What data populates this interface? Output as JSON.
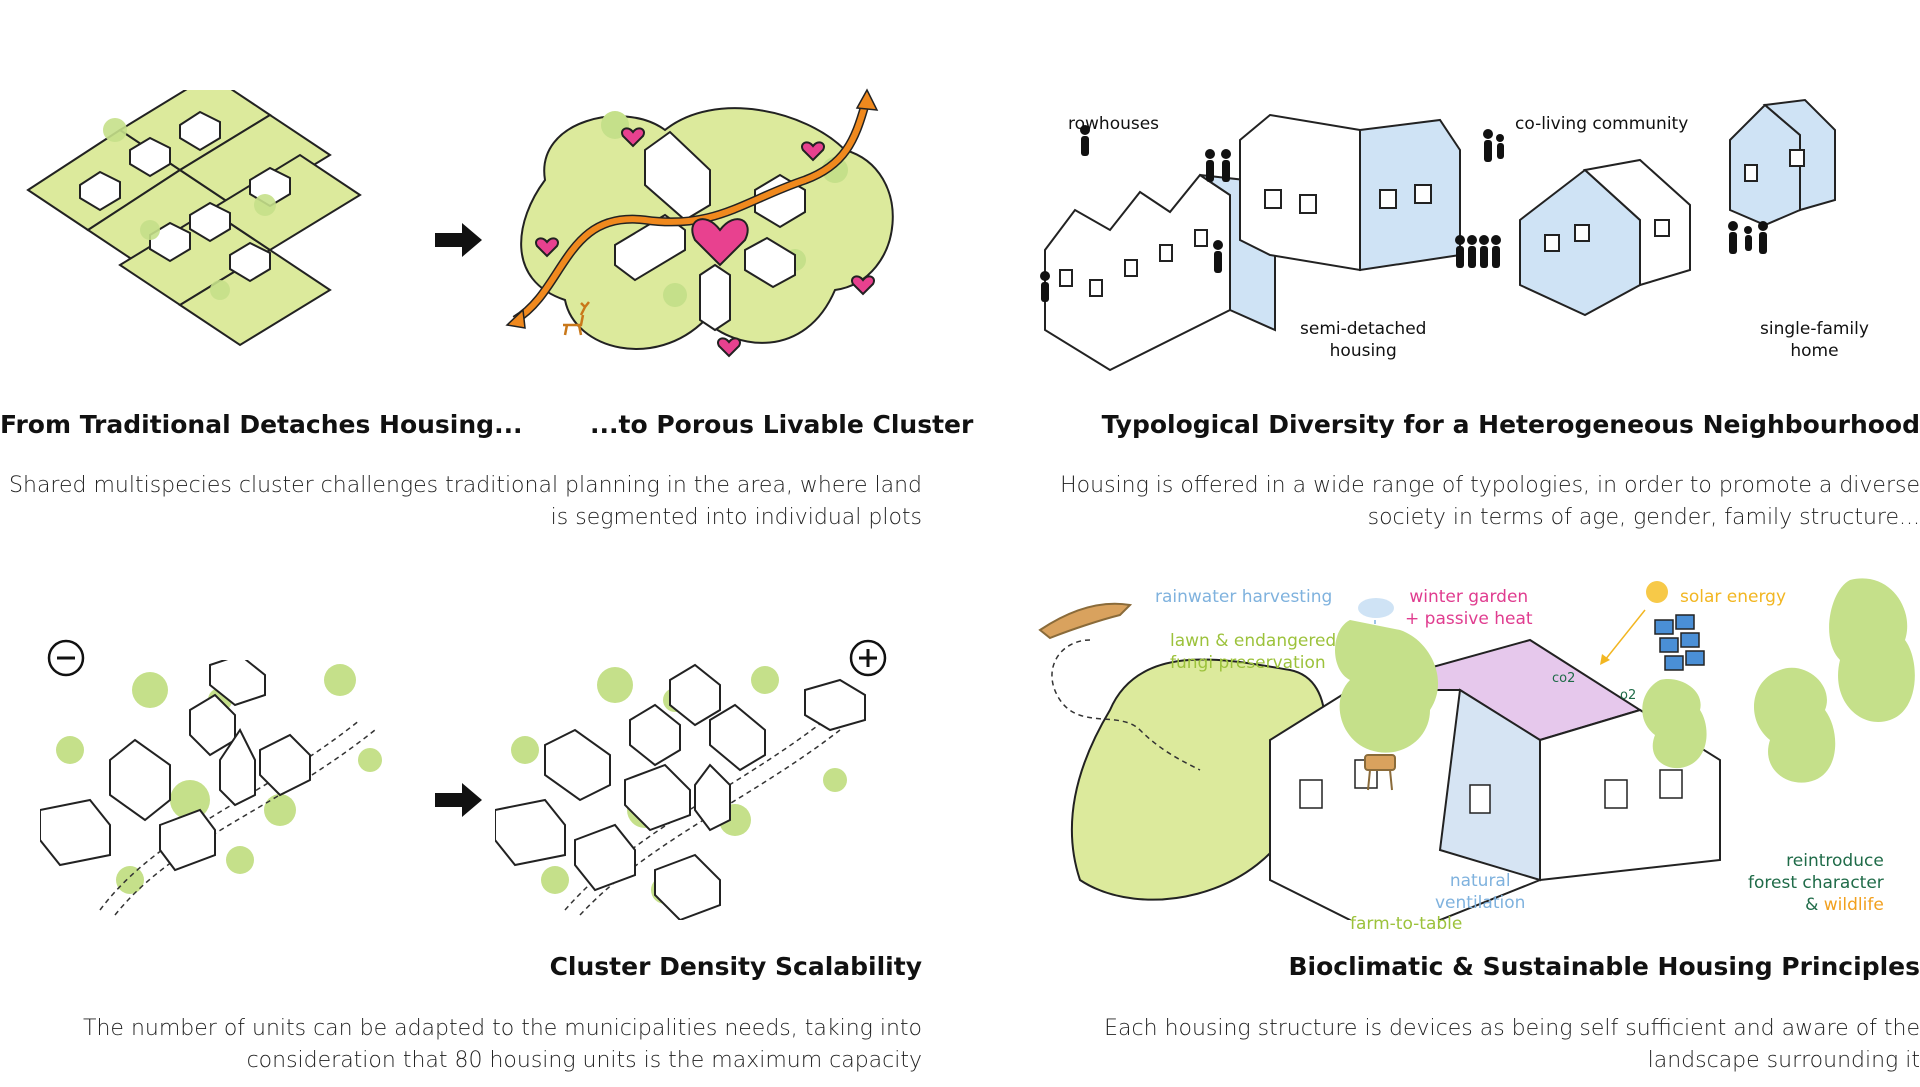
{
  "panels": {
    "top_left": {
      "heading_left": "From Traditional Detaches Housing...",
      "heading_right": "...to Porous Livable Cluster",
      "caption_line1": "Shared multispecies cluster challenges traditional planning in the area, where land",
      "caption_line2": "is segmented into individual plots"
    },
    "top_right": {
      "heading": "Typological Diversity for a Heterogeneous Neighbourhood",
      "caption_line1": "Housing is offered in a wide range of typologies, in order to promote a diverse",
      "caption_line2": "society in terms of age, gender, family structure...",
      "labels": {
        "rowhouses": "rowhouses",
        "coliving": "co-living community",
        "semi_line1": "semi-detached",
        "semi_line2": "housing",
        "single_line1": "single-family",
        "single_line2": "home"
      }
    },
    "bottom_left": {
      "heading": "Cluster Density Scalability",
      "caption_line1": "The number of units can be adapted to the municipalities needs, taking into",
      "caption_line2": "consideration that 80 housing units is the maximum capacity",
      "minus_symbol": "−",
      "plus_symbol": "+"
    },
    "bottom_right": {
      "heading": "Bioclimatic & Sustainable Housing Principles",
      "caption_line1": "Each housing structure is devices as being self sufficient and aware of the",
      "caption_line2": "landscape surrounding it",
      "labels": {
        "rainwater": "rainwater harvesting",
        "winter_line1": "winter garden",
        "winter_line2": "+ passive heat",
        "solar": "solar energy",
        "lawn_line1": "lawn & endangered",
        "lawn_line2": "fungi preservation",
        "co2": "co2",
        "o2": "o2",
        "ventilation_line1": "natural",
        "ventilation_line2": "ventilation",
        "farm": "farm-to-table",
        "forest_line1": "reintroduce",
        "forest_line2": "forest character",
        "forest_amp": "& ",
        "wildlife": "wildlife"
      }
    }
  },
  "colors": {
    "lawn": "#dcea9c",
    "tree": "#c5e08a",
    "arrow_orange": "#f0891e",
    "heart": "#e8418f",
    "glass_blue": "#cfe3f5",
    "label_blue": "#7fb2de",
    "label_pink": "#e03c8f",
    "label_yellow": "#f2b621",
    "label_green": "#9cc23b",
    "label_dark_green": "#1f6b48",
    "label_orange": "#f2a01e"
  }
}
